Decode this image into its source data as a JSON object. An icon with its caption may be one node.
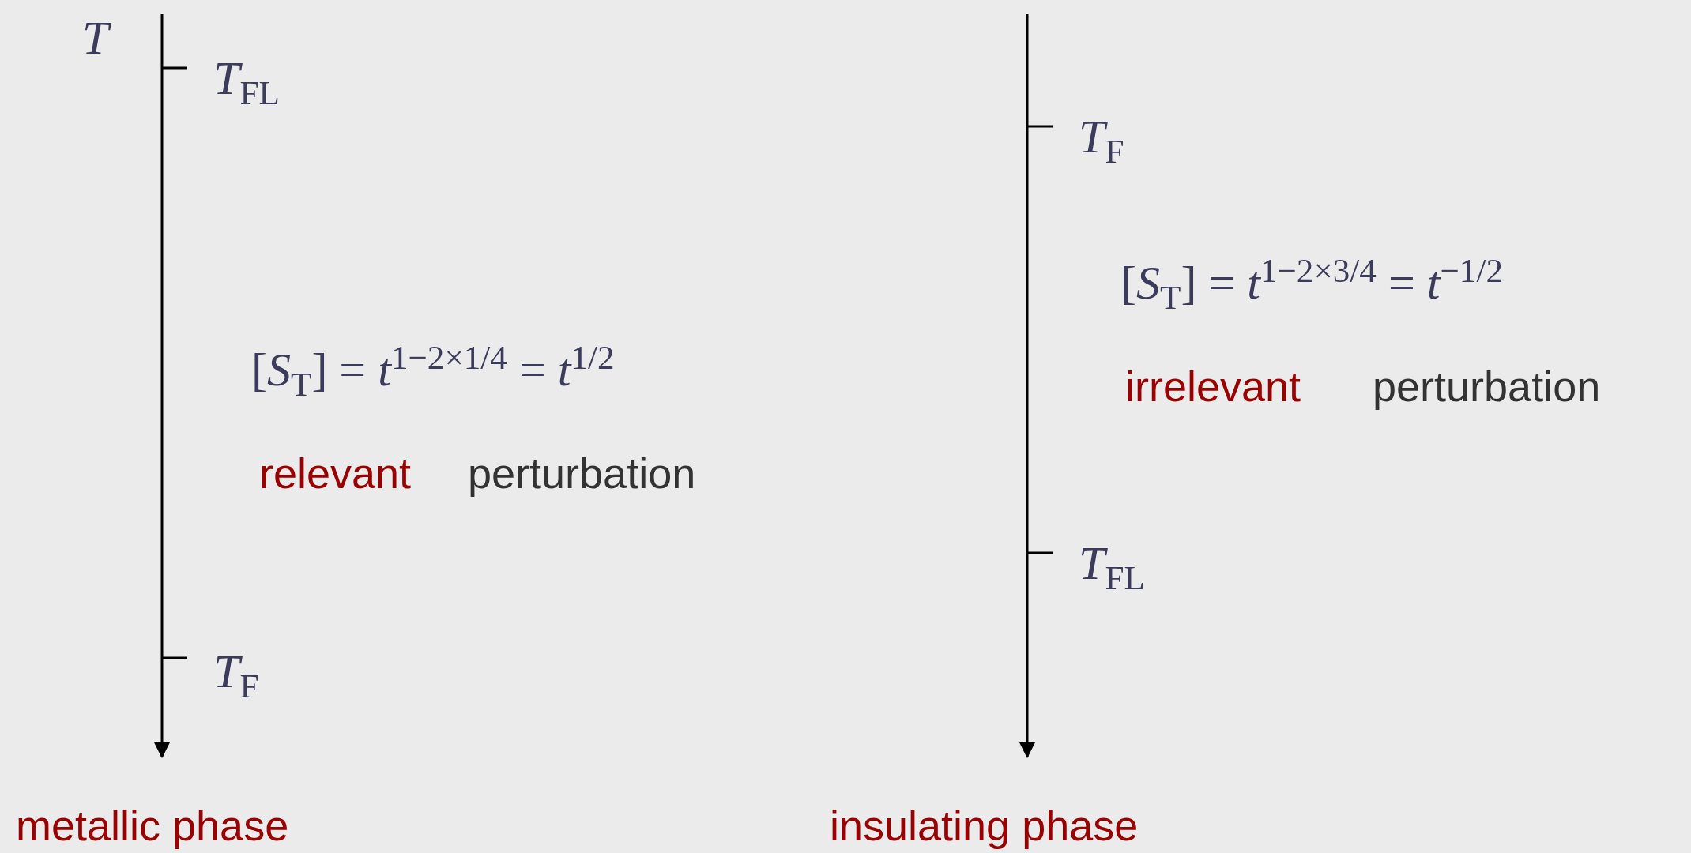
{
  "diagram": {
    "labels": [
      "*T*",
      "*T*$_{FL}$",
      "[*S*$_{T}$] = *t*$^{1−2×1/4}$ = *t*$^{1/2}$",
      "relevant",
      "perturbation",
      "*T*$_{F}$",
      "metallic phase",
      "*T*$_{F}$",
      "[*S*$_{T}$] = *t*$^{1−2×3/4}$ = *t*$^{−1/2}$",
      "irrelevant",
      "perturbation",
      "*T*$_{FL}$",
      "insulating phase"
    ]
  }
}
